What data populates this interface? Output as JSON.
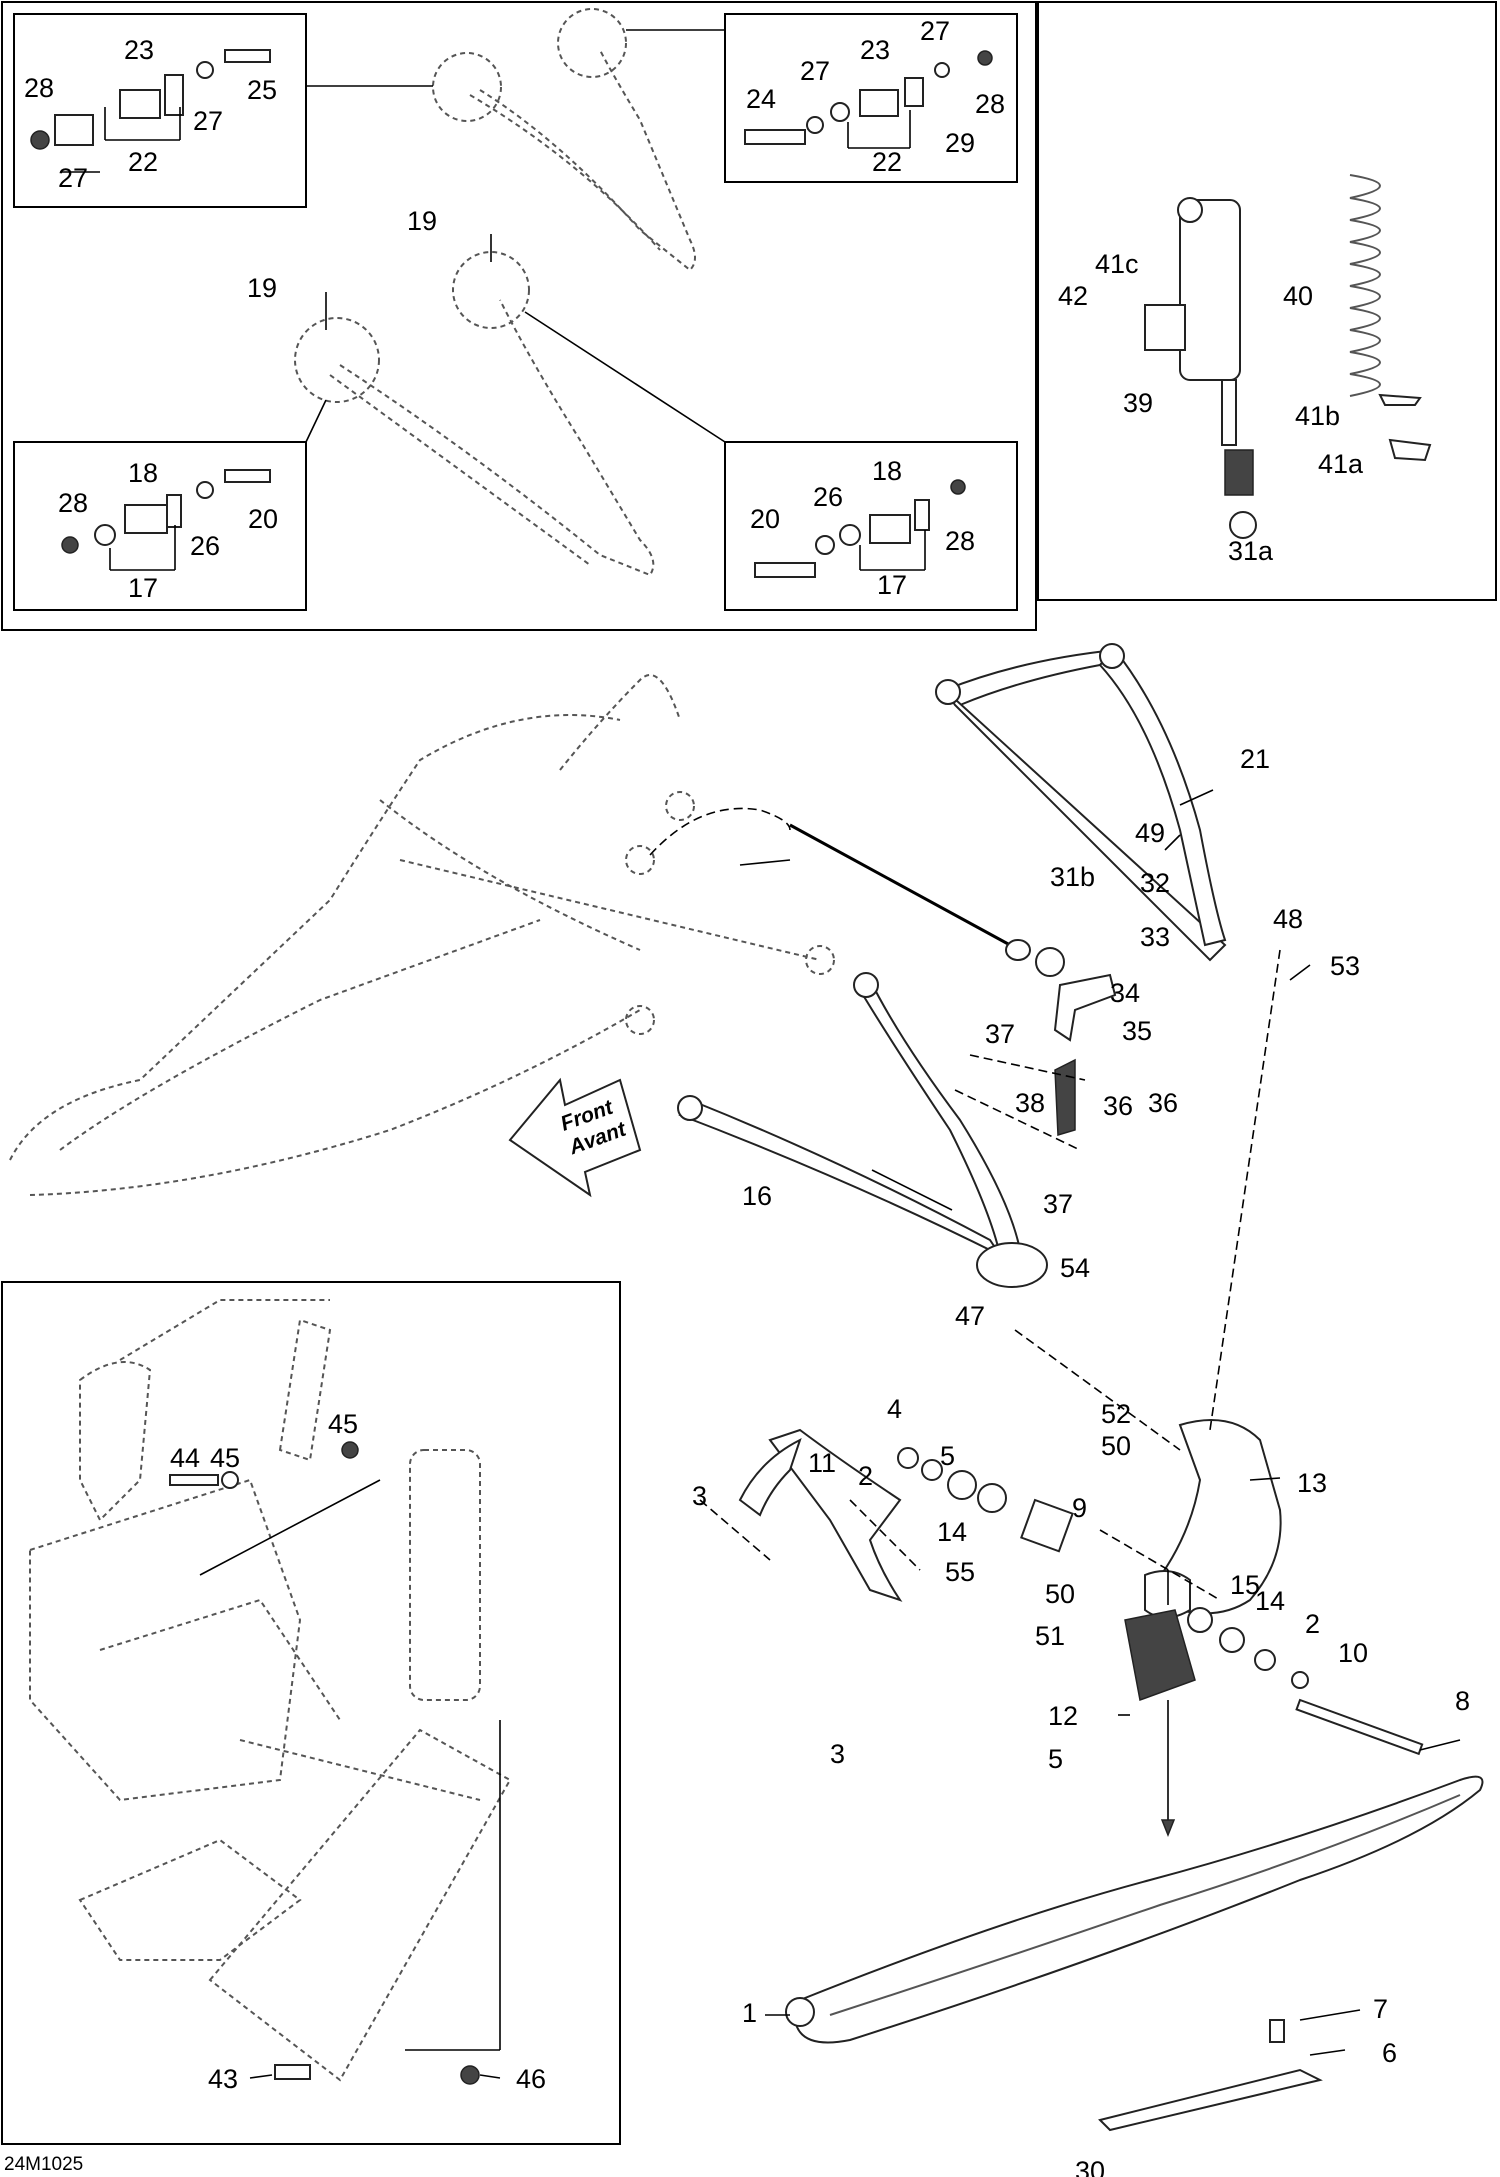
{
  "drawing_code": "24M1025",
  "front_arrow": {
    "line1": "Front",
    "line2": "Avant"
  },
  "callouts": [
    "1",
    "2",
    "2",
    "3",
    "3",
    "4",
    "5",
    "5",
    "6",
    "7",
    "8",
    "9",
    "10",
    "11",
    "12",
    "13",
    "14",
    "14",
    "15",
    "16",
    "17",
    "17",
    "18",
    "18",
    "19",
    "19",
    "20",
    "20",
    "21",
    "22",
    "22",
    "23",
    "23",
    "24",
    "25",
    "26",
    "26",
    "27",
    "27",
    "27",
    "27",
    "28",
    "28",
    "28",
    "28",
    "29",
    "30",
    "31a",
    "31b",
    "32",
    "33",
    "34",
    "35",
    "36",
    "36",
    "37",
    "37",
    "38",
    "39",
    "40",
    "41a",
    "41b",
    "41c",
    "42",
    "43",
    "44",
    "45",
    "45",
    "46",
    "47",
    "48",
    "49",
    "50",
    "50",
    "51",
    "52",
    "53",
    "54",
    "55"
  ]
}
